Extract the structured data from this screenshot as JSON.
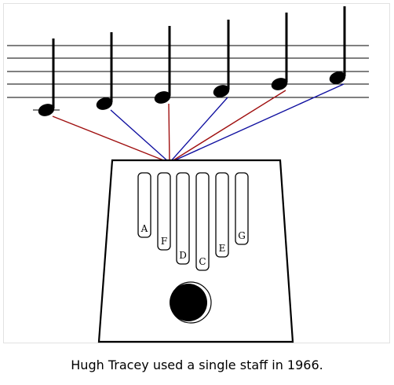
{
  "caption": "Hugh Tracey used a single staff in 1966.",
  "colors": {
    "ink": "#000000",
    "red_line": "#a01010",
    "blue_line": "#1010a0",
    "frame_border": "#e2e2e2"
  },
  "tines": [
    {
      "label": "A",
      "line": "red"
    },
    {
      "label": "F",
      "line": "blue"
    },
    {
      "label": "D",
      "line": "red"
    },
    {
      "label": "C",
      "line": "red"
    },
    {
      "label": "E",
      "line": "blue"
    },
    {
      "label": "G",
      "line": "red"
    }
  ],
  "notes": [
    {
      "tine": "C",
      "line": "red"
    },
    {
      "tine": "D",
      "line": "blue"
    },
    {
      "tine": "E",
      "line": "red"
    },
    {
      "tine": "F",
      "line": "blue"
    },
    {
      "tine": "G",
      "line": "red"
    },
    {
      "tine": "A",
      "line": "blue"
    }
  ]
}
